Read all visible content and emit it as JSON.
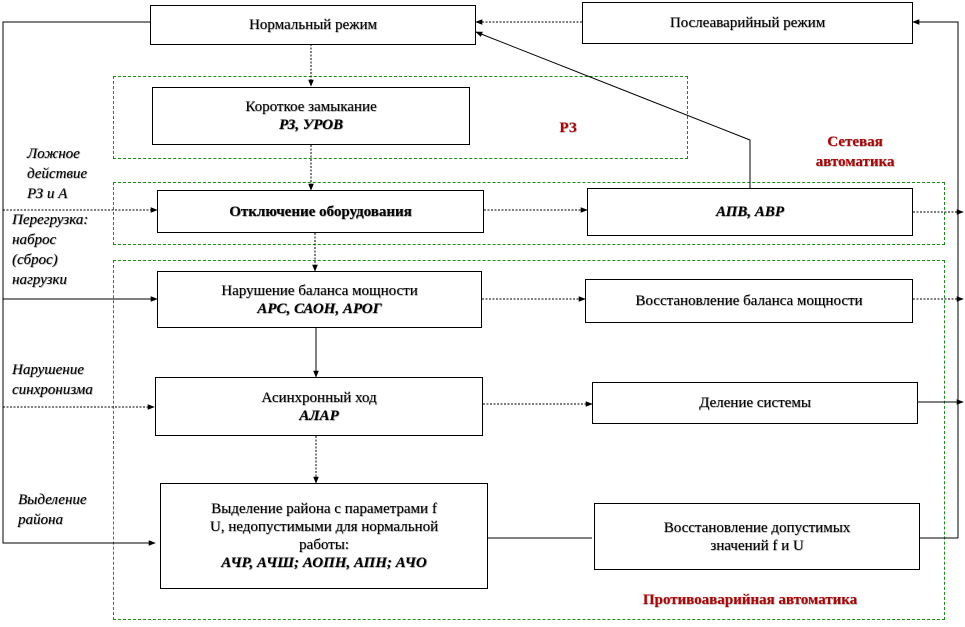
{
  "boxes": {
    "normal": "Нормальный режим",
    "post": "Послеаварийный режим",
    "kz_title": "Короткое замыкание",
    "kz_sub": "РЗ, УРОВ",
    "off": "Отключение оборудования",
    "apv": "АПВ, АВР",
    "balance_title": "Нарушение баланса мощности",
    "balance_sub": "АРС, САОН, АРОГ",
    "restore_balance": "Восстановление баланса мощности",
    "async_title": "Асинхронный ход",
    "async_sub": "АЛАР",
    "split": "Деление системы",
    "region_line1": "Выделение района с параметрами f",
    "region_line2": "U, недопустимыми для нормальной",
    "region_line3": "работы:",
    "region_sub": "АЧР, АЧШ; АОПН, АПН; АЧО",
    "restore_values_line1": "Восстановление допустимых",
    "restore_values_line2": "значений f и U"
  },
  "zones": {
    "rz": "РЗ",
    "network_line1": "Сетевая",
    "network_line2": "автоматика",
    "emergency": "Противоаварийная автоматика"
  },
  "side_labels": {
    "false_action_1": "Ложное",
    "false_action_2": "действие",
    "false_action_3": "РЗ и А",
    "overload_1": "Перегрузка:",
    "overload_2": "наброс",
    "overload_3": "(сброс)",
    "overload_4": "нагрузки",
    "sync_1": "Нарушение",
    "sync_2": "синхронизма",
    "region_1": "Выделение",
    "region_2": "района"
  }
}
